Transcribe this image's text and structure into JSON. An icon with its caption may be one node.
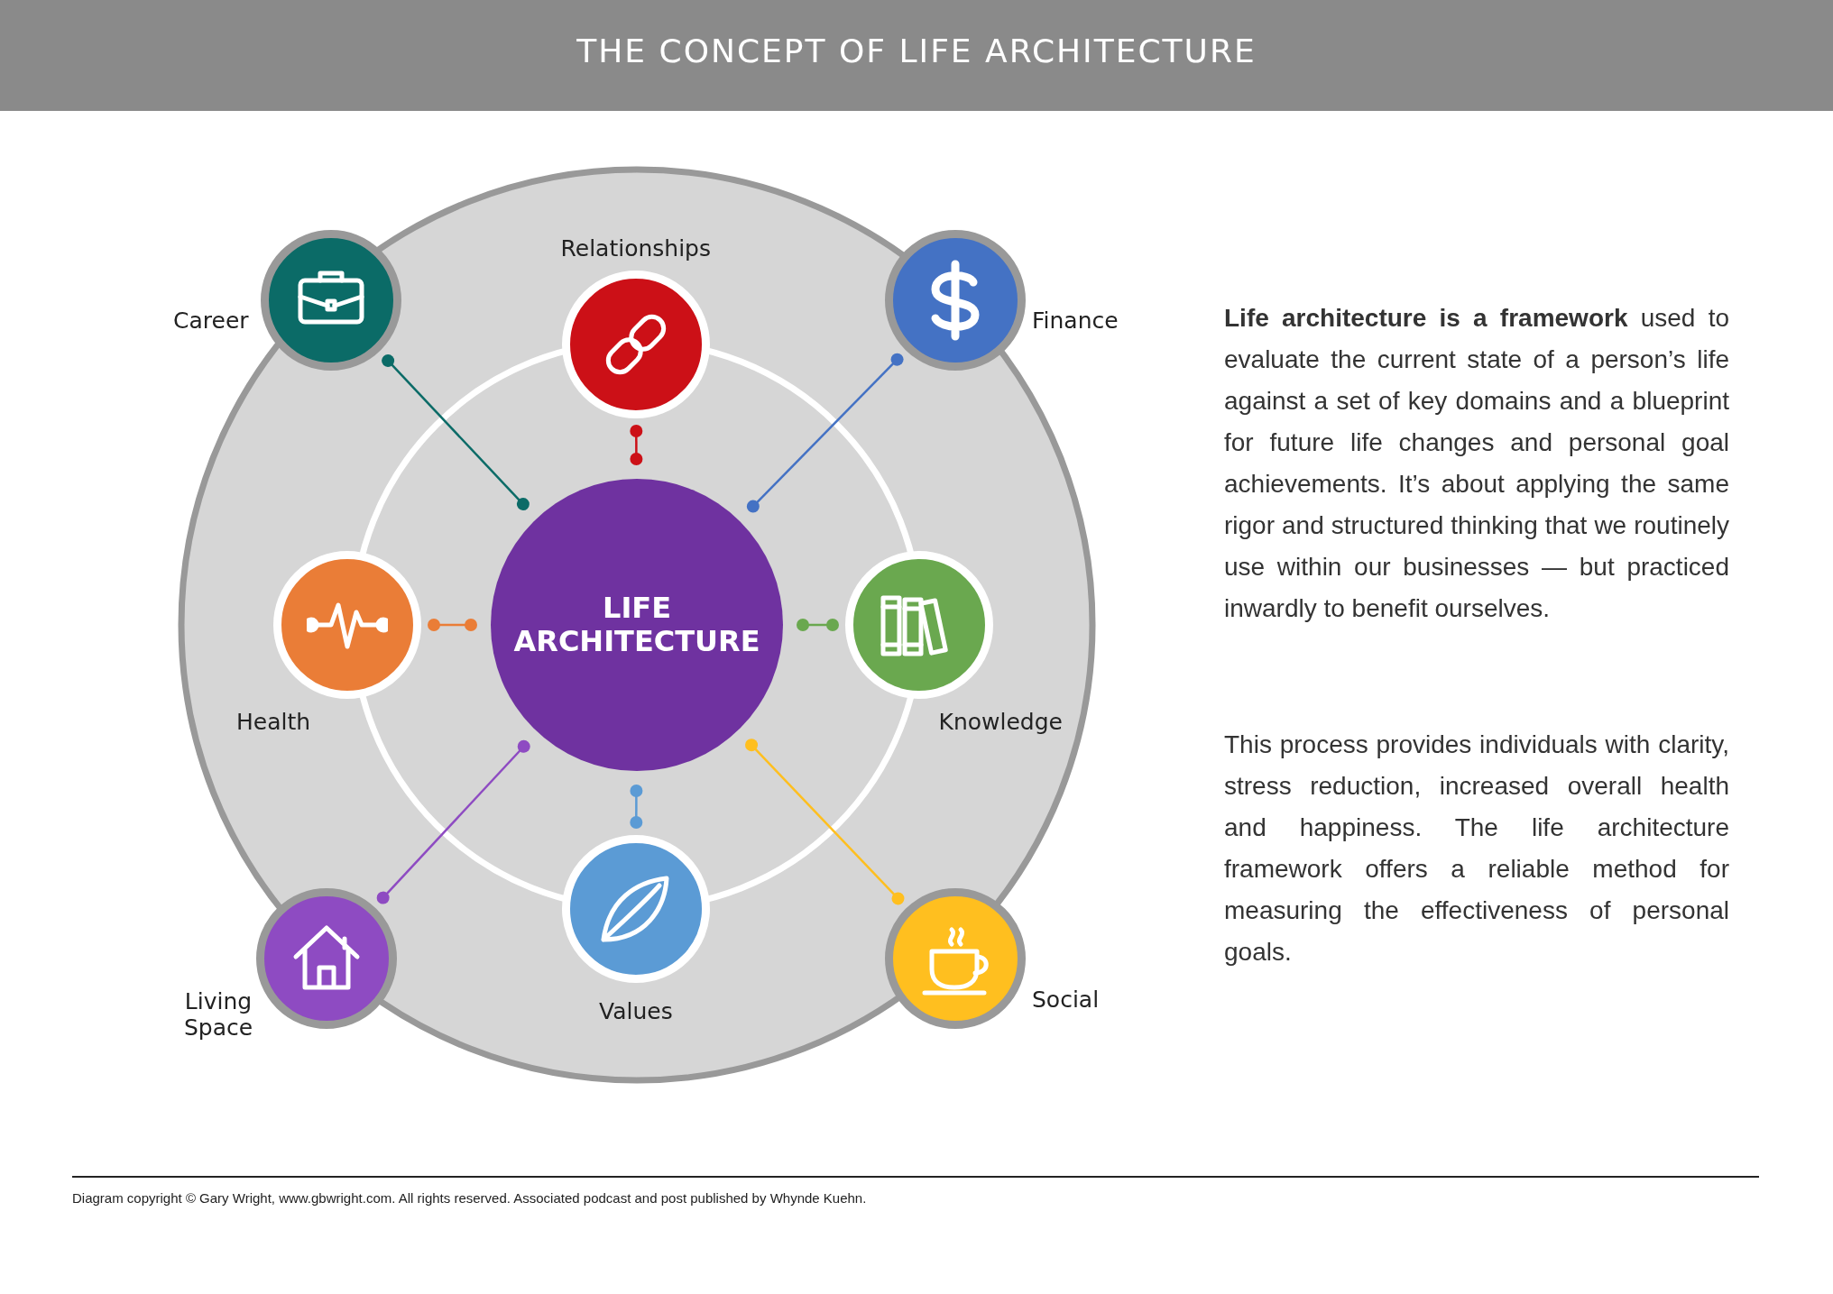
{
  "diagram": {
    "title": "THE CONCEPT OF LIFE ARCHITECTURE",
    "nodes": [
      {
        "text": [
          "LIFE ARCHITECTURE"
        ]
      },
      {
        "text": [
          "Career"
        ]
      },
      {
        "text": [
          "Relationships"
        ]
      },
      {
        "text": [
          "Finance"
        ]
      },
      {
        "text": [
          "Health"
        ]
      },
      {
        "text": [
          "Knowledge"
        ]
      },
      {
        "text": [
          "Living Space"
        ]
      },
      {
        "text": [
          "Values"
        ]
      },
      {
        "text": [
          "Social"
        ]
      }
    ],
    "edges": [
      {
        "from": 0,
        "to": 1,
        "arrow": "other",
        "color": "#0b6b67"
      },
      {
        "from": 0,
        "to": 2,
        "arrow": "other",
        "color": "#cc1017"
      },
      {
        "from": 0,
        "to": 3,
        "arrow": "other",
        "color": "#4472c4"
      },
      {
        "from": 0,
        "to": 4,
        "arrow": "other",
        "color": "#ea7d37"
      },
      {
        "from": 0,
        "to": 5,
        "arrow": "other",
        "color": "#6aa84f"
      },
      {
        "from": 0,
        "to": 6,
        "arrow": "other",
        "color": "#8e4bc2"
      },
      {
        "from": 0,
        "to": 7,
        "arrow": "other",
        "color": "#5b9bd5"
      },
      {
        "from": 0,
        "to": 8,
        "arrow": "other",
        "color": "#ffbf1f"
      }
    ],
    "labels": [
      "**Life architecture is a framework** used to evaluate the current state of a person’s life against a set of key domains and a blueprint for future life changes and personal goal achievements. It’s about applying the same rigor and structured thinking that we routinely use within our businesses — but practiced inwardly to benefit ourselves.",
      "This process provides individuals with clarity, stress reduction, increased overall health and happiness. The life architecture framework offers a reliable method for measuring the effectiveness of personal goals.",
      "Diagram copyright © Gary Wright, www.gbwright.com. All rights reserved. Associated podcast and post published by Whynde Kuehn."
    ]
  }
}
